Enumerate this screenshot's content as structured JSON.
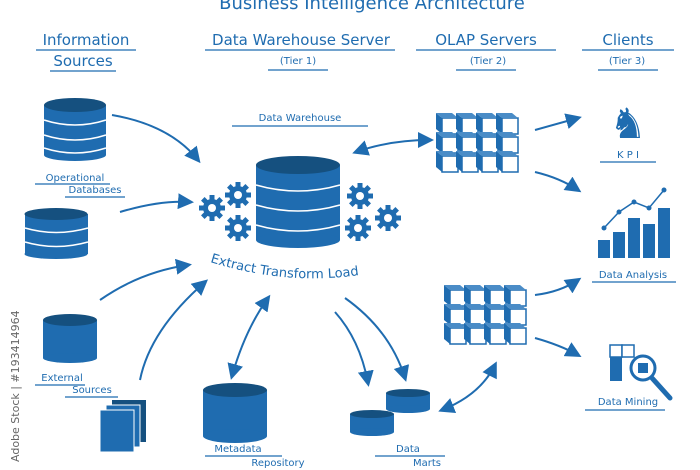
{
  "title": "Business Intelligence Architecture",
  "columns": [
    {
      "line1": "Information",
      "line2": "Sources"
    },
    {
      "line1": "Data Warehouse Server",
      "line2": "(Tier 1)"
    },
    {
      "line1": "OLAP Servers",
      "line2": "(Tier 2)"
    },
    {
      "line1": "Clients",
      "line2": "(Tier 3)"
    }
  ],
  "nodes": {
    "data_warehouse": "Data Warehouse",
    "etl": "Extract Transform Load",
    "operational_1": "Operational",
    "operational_2": "Databases",
    "external_1": "External",
    "external_2": "Sources",
    "metadata_1": "Metadata",
    "metadata_2": "Repository",
    "marts_1": "Data",
    "marts_2": "Marts",
    "kpi": "K P I",
    "analysis": "Data Analysis",
    "mining": "Data Mining"
  },
  "watermark": "Adobe Stock | #193414964",
  "colors": {
    "primary": "#1f6cb0",
    "dark": "#15507f"
  }
}
